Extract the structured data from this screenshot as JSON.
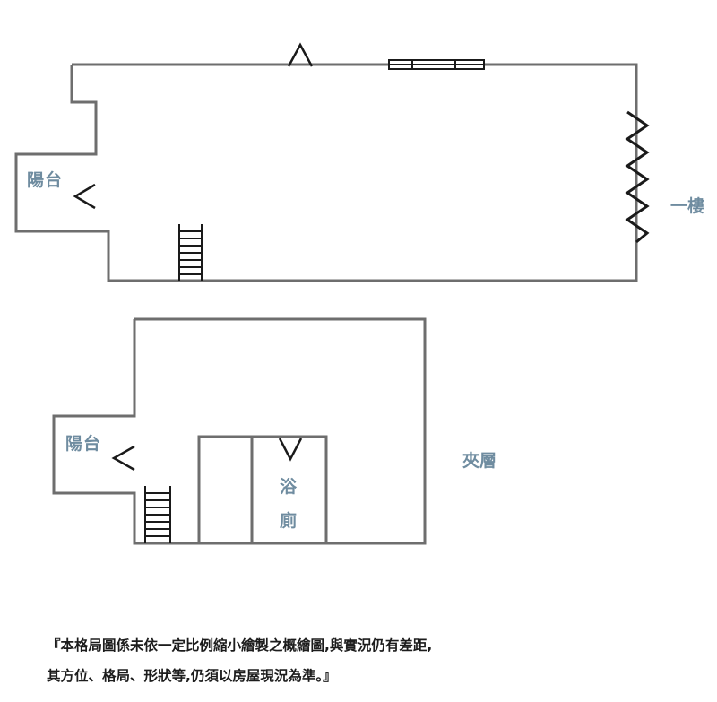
{
  "floors": {
    "ground": {
      "label": "一樓",
      "balcony_label": "陽台"
    },
    "mezzanine": {
      "label": "夾層",
      "balcony_label": "陽台",
      "bathroom_label_1": "浴",
      "bathroom_label_2": "廁"
    }
  },
  "disclaimer": {
    "line1": "『本格局圖係未依一定比例縮小繪製之概繪圖,與實況仍有差距,",
    "line2": "其方位、格局、形狀等,仍須以房屋現況為準。』"
  },
  "colors": {
    "wall": "#6e6e6e",
    "label": "#6f8ca0",
    "text": "#1c1c1c"
  }
}
